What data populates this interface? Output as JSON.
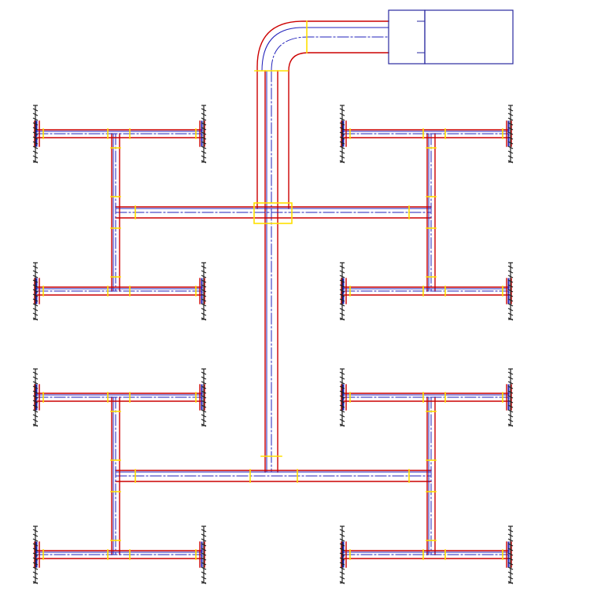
{
  "colors": {
    "outer_wall": "#cc0000",
    "inner_wall": "#2222bb",
    "centerline": "#2222bb",
    "joint": "#ffe000",
    "unit": "#2a2aa0",
    "diffuser": "#222222",
    "background": "#ffffff"
  },
  "icons": {
    "unit": "ahu-box-icon",
    "diffuser": "diffuser-icon"
  },
  "layout_type": "symmetric-h-tree-duct-network",
  "branch_count": 8,
  "diffuser_count": 32
}
